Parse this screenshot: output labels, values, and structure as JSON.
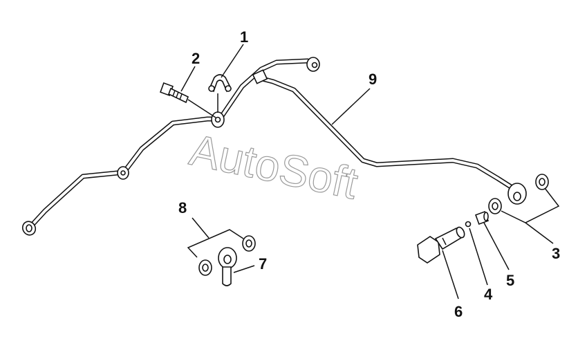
{
  "watermark": {
    "text": "AutoSoft"
  },
  "callouts": [
    {
      "id": "1",
      "label": "1"
    },
    {
      "id": "2",
      "label": "2"
    },
    {
      "id": "3",
      "label": "3"
    },
    {
      "id": "4",
      "label": "4"
    },
    {
      "id": "5",
      "label": "5"
    },
    {
      "id": "6",
      "label": "6"
    },
    {
      "id": "7",
      "label": "7"
    },
    {
      "id": "8",
      "label": "8"
    },
    {
      "id": "9",
      "label": "9"
    }
  ],
  "colors": {
    "ink": "#111111",
    "watermark": "#9a9a9a",
    "background": "#ffffff"
  }
}
